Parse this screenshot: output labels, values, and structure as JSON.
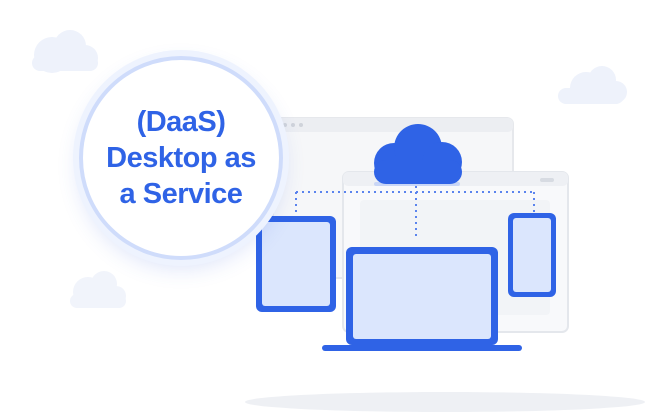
{
  "badge": {
    "line1": "(DaaS)",
    "line2": "Desktop as",
    "line3": "a Service"
  },
  "colors": {
    "primary_blue": "#2f63e6",
    "light_blue": "#dbe6fd",
    "window_gray": "#eeeff2",
    "cloud_bg": "#eef2fb"
  },
  "icons": [
    "cloud-icon",
    "browser-window",
    "tablet-device",
    "laptop-device",
    "phone-device"
  ]
}
